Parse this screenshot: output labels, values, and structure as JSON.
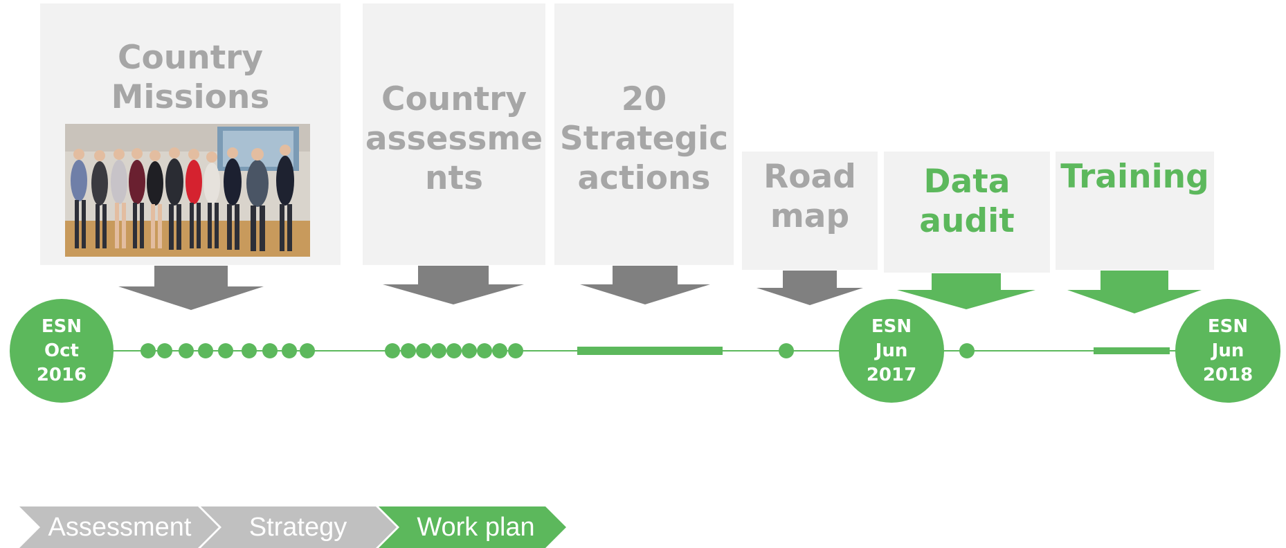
{
  "panels": {
    "country_missions": {
      "title": "Country Missions",
      "photo": "group-photo"
    },
    "country_assessments": {
      "title": [
        "Country",
        "assessme",
        "nts"
      ]
    },
    "strategic_actions": {
      "title": [
        "20",
        "Strategic",
        "actions"
      ]
    },
    "road_map": {
      "title": [
        "Road",
        "map"
      ]
    },
    "data_audit": {
      "title": [
        "Data",
        "audit"
      ]
    },
    "training": {
      "title": "Training"
    }
  },
  "milestones": [
    {
      "lines": [
        "ESN",
        "Oct",
        "2016"
      ]
    },
    {
      "lines": [
        "ESN",
        "Jun",
        "2017"
      ]
    },
    {
      "lines": [
        "ESN",
        "Jun",
        "2018"
      ]
    }
  ],
  "phases": [
    {
      "label": "Assessment",
      "state": "done"
    },
    {
      "label": "Strategy",
      "state": "done"
    },
    {
      "label": "Work plan",
      "state": "current"
    }
  ],
  "colors": {
    "green": "#5cb85c",
    "grey_arrow": "#808080",
    "panel": "#f2f2f2",
    "panel_text": "#a6a6a6",
    "chevron_grey": "#c0c0c0"
  }
}
